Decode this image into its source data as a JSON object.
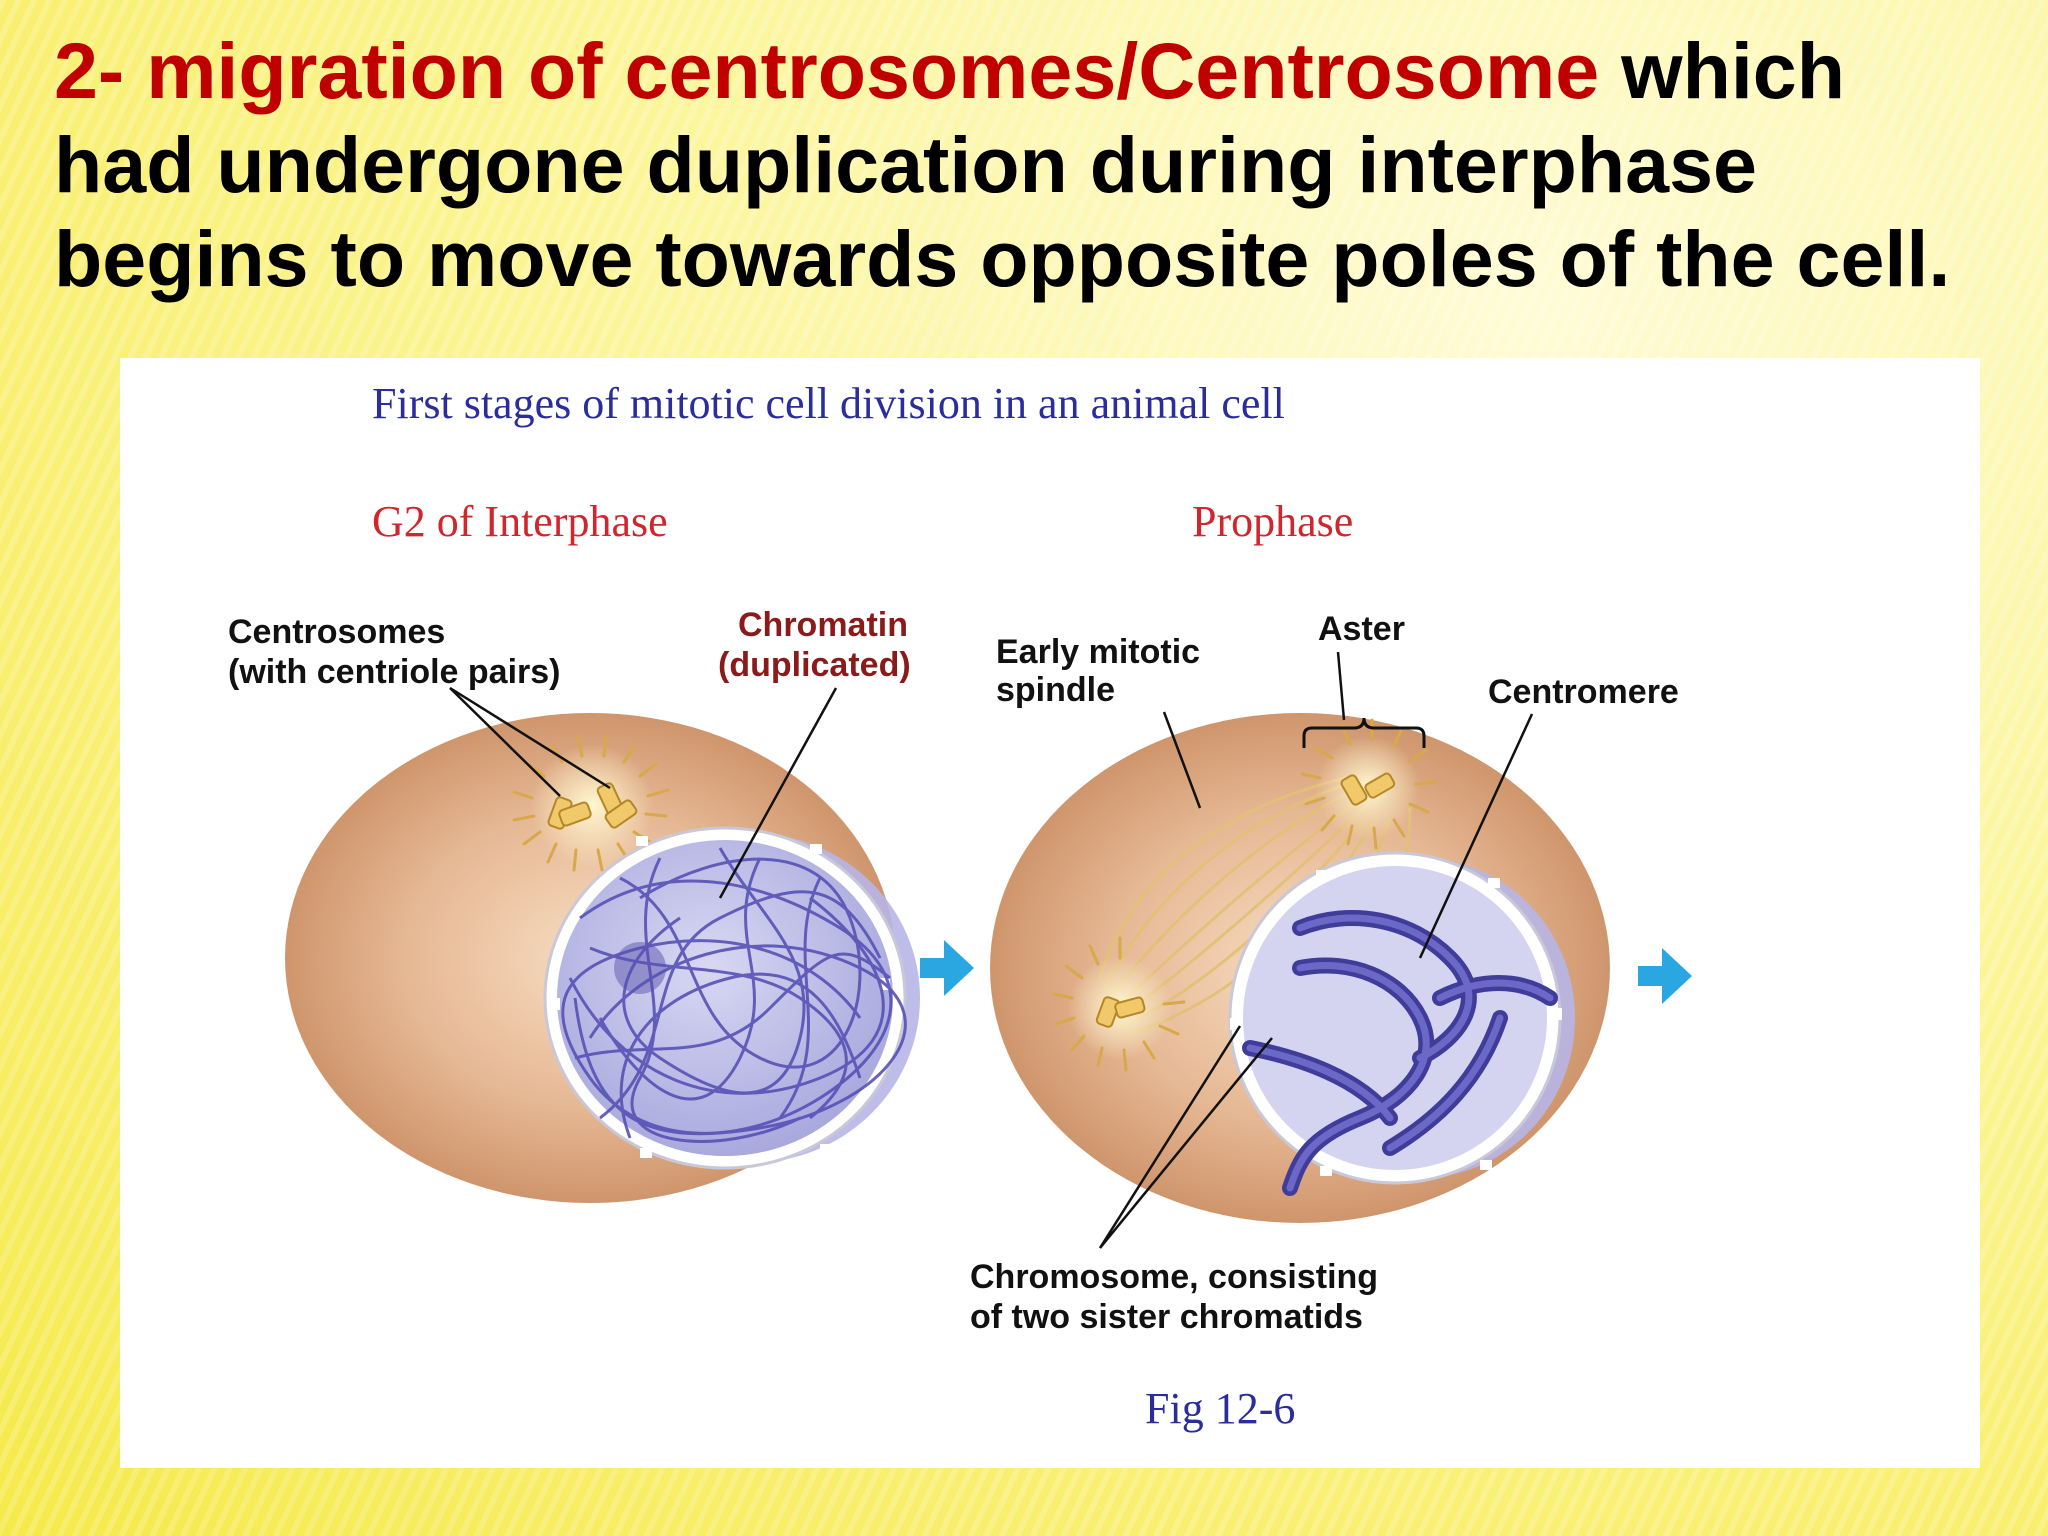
{
  "slide": {
    "title_red": "2- migration of centrosomes/Centrosome",
    "title_black_1": " which",
    "title_black_2": "had undergone duplication during interphase",
    "title_black_3": "begins to move towards opposite poles of the cell."
  },
  "figure": {
    "heading": "First stages of mitotic cell division in an animal cell",
    "stage_left": "G2 of Interphase",
    "stage_right": "Prophase",
    "labels": {
      "centrosomes_1": "Centrosomes",
      "centrosomes_2": "(with centriole pairs)",
      "chromatin_1": "Chromatin",
      "chromatin_2": "(duplicated)",
      "spindle_1": "Early mitotic",
      "spindle_2": "spindle",
      "aster": "Aster",
      "centromere": "Centromere",
      "chromosome_1": "Chromosome, consisting",
      "chromosome_2": "of two sister chromatids"
    },
    "caption": "Fig 12-6"
  },
  "colors": {
    "title_red": "#c00000",
    "heading_blue": "#2b2d9c",
    "stage_red": "#d0262e",
    "chromatin_label": "#8b1a1a",
    "cytoplasm": "#d9a37a",
    "nucleus": "#b9b9e6",
    "chromatin": "#5a56b8",
    "arrow": "#2aa7e0"
  }
}
